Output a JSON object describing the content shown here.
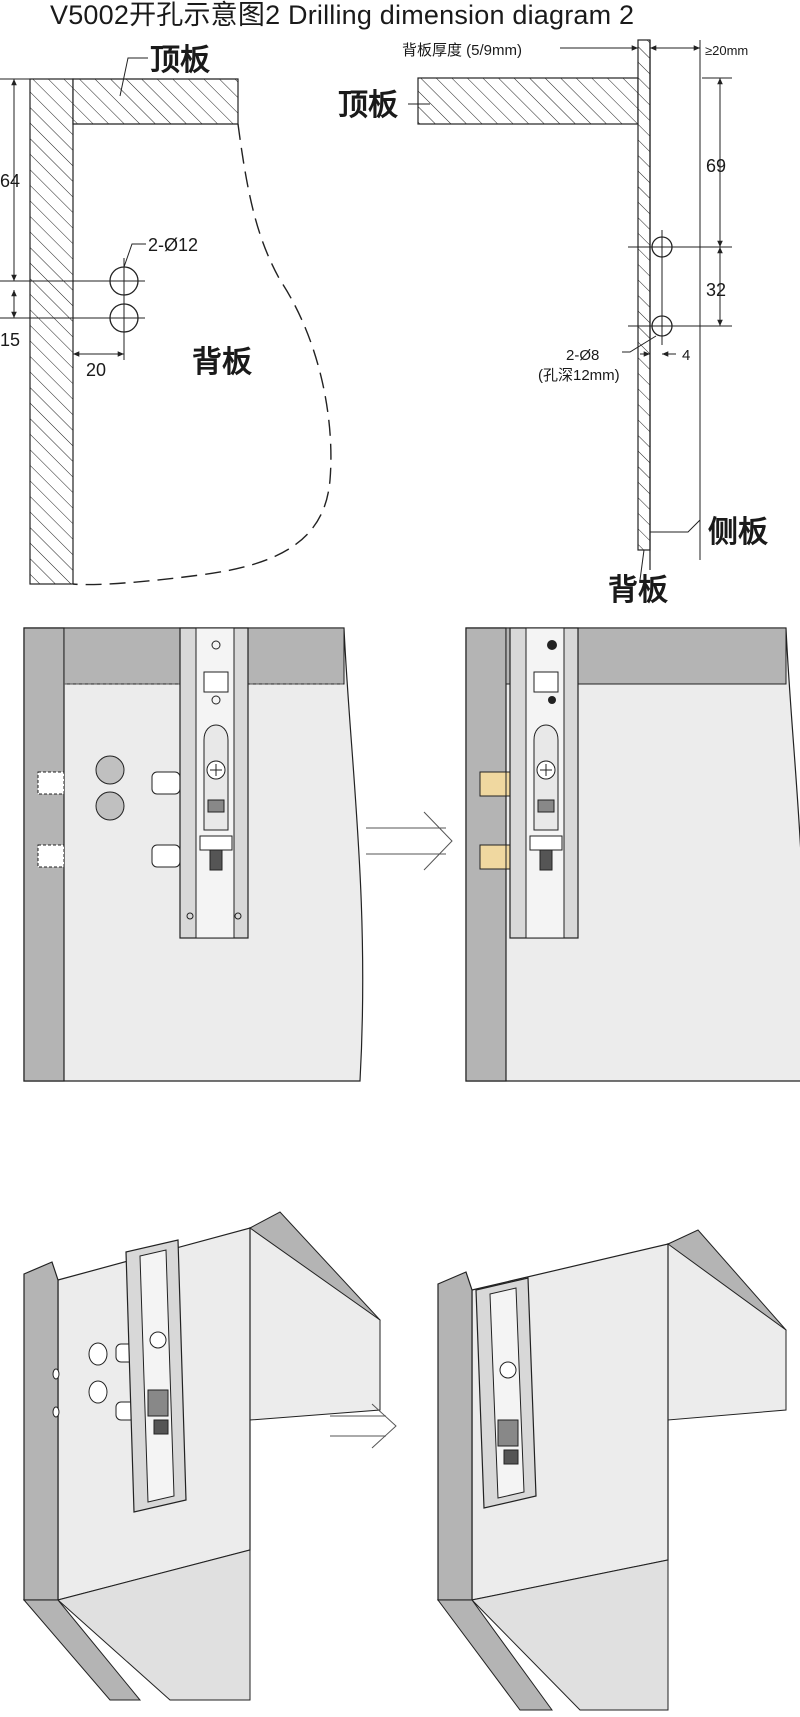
{
  "title": "V5002开孔示意图2 Drilling dimension diagram 2",
  "left_view": {
    "top_panel_label": "顶板",
    "back_panel_label": "背板",
    "dim_vertical_1": "64",
    "dim_vertical_2": "15",
    "dim_horizontal": "20",
    "hole_spec": "2-Ø12"
  },
  "right_view": {
    "back_thickness_label": "背板厚度 (5/9mm)",
    "min_gap_label": "≥20mm",
    "top_panel_label": "顶板",
    "dim_vertical_1": "69",
    "dim_vertical_2": "32",
    "dim_offset": "4",
    "hole_spec": "2-Ø8",
    "hole_depth": "(孔深12mm)",
    "side_panel_label": "侧板",
    "back_panel_label": "背板"
  },
  "colors": {
    "line": "#222222",
    "panel_gray": "#b4b4b4",
    "panel_light": "#ececec",
    "metal": "#d8d8d8"
  }
}
